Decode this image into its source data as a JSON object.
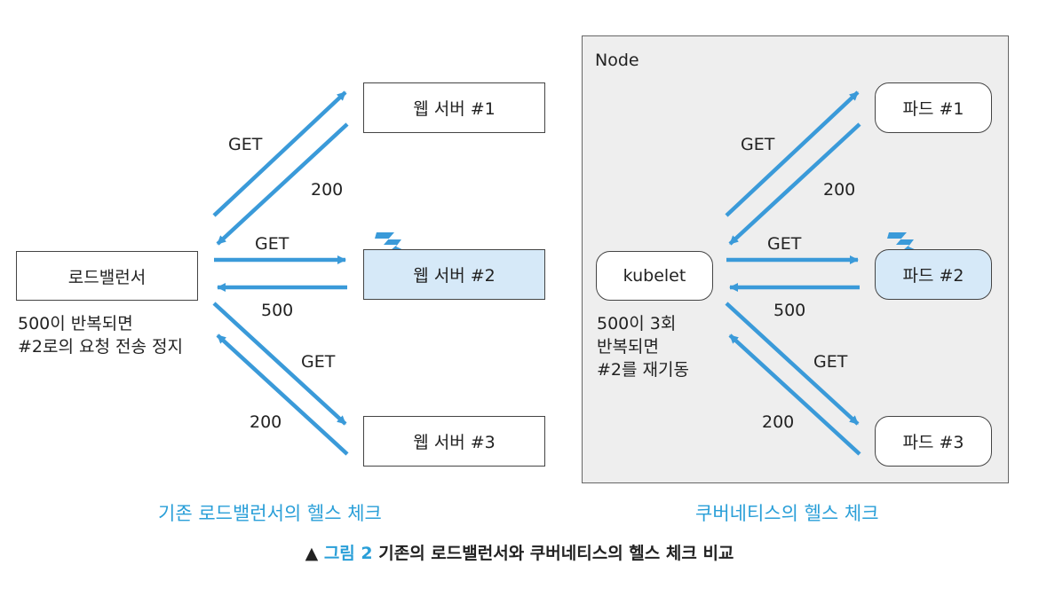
{
  "colors": {
    "accent": "#2a9fd8",
    "arrow": "#3a9ad9",
    "highlight": "#d6e9f8",
    "panel": "#eeeeee"
  },
  "left": {
    "load_balancer": "로드밸런서",
    "servers": [
      "웹 서버 #1",
      "웹 서버 #2",
      "웹 서버 #3"
    ],
    "labels": {
      "get1": "GET",
      "resp1": "200",
      "get2": "GET",
      "resp2": "500",
      "get3": "GET",
      "resp3": "200"
    },
    "note": [
      "500이 반복되면",
      "#2로의 요청 전송 정지"
    ],
    "title": "기존 로드밸런서의 헬스 체크"
  },
  "right": {
    "node_label": "Node",
    "kubelet": "kubelet",
    "pods": [
      "파드 #1",
      "파드 #2",
      "파드 #3"
    ],
    "labels": {
      "get1": "GET",
      "resp1": "200",
      "get2": "GET",
      "resp2": "500",
      "get3": "GET",
      "resp3": "200"
    },
    "note": [
      "500이 3회",
      "반복되면",
      "#2를 재기동"
    ],
    "title": "쿠버네티스의 헬스 체크"
  },
  "caption": {
    "marker": "▲",
    "figure": "그림 2",
    "text": "기존의 로드밸런서와 쿠버네티스의 헬스 체크 비교"
  },
  "icons": {
    "failure": "lightning-icon"
  }
}
